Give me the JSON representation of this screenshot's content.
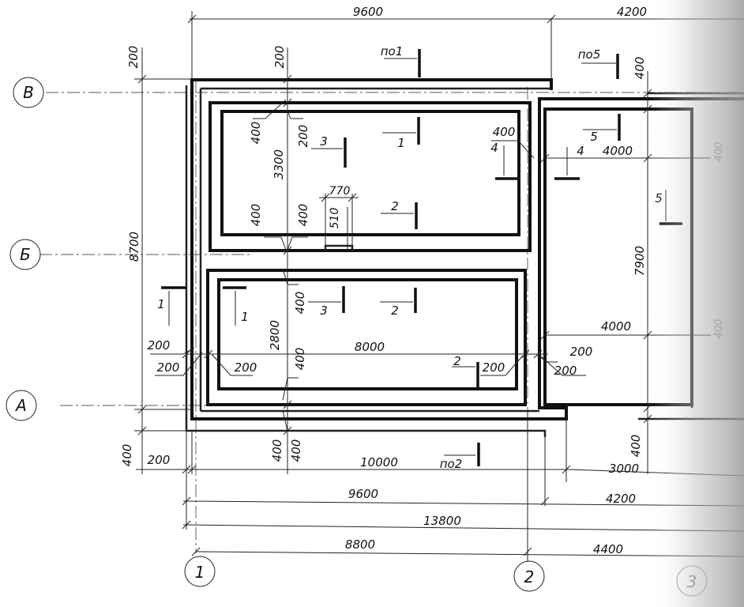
{
  "axes": {
    "rows": [
      "В",
      "Б",
      "А"
    ],
    "columns": [
      "1",
      "2",
      "3"
    ]
  },
  "dimensions": {
    "top_left_span": "9600",
    "top_right_span": "4200",
    "left_total": "8700",
    "left_top_offset": "200",
    "left_bottom_offset": "400",
    "inner_top_offset": "200",
    "upper_room_depth": "3300",
    "lower_room_depth": "2800",
    "lower_room_width": "8000",
    "wall_400_a": "400",
    "wall_400_b": "400",
    "wall_400_c": "400",
    "wall_400_d": "400",
    "wall_400_e": "400",
    "wall_400_f": "400",
    "wall_400_g": "400",
    "wall_400_h": "400",
    "wall_200_a": "200",
    "wall_200_b": "200",
    "wall_200_c": "200",
    "wall_200_d": "200",
    "wall_200_e": "200",
    "wall_200_f": "200",
    "wall_200_g": "200",
    "niche_width": "770",
    "niche_depth": "510",
    "right_upper_width": "4000",
    "right_lower_width": "4000",
    "right_depth": "7900",
    "right_wall": "400",
    "right_top": "400",
    "bottom_10000": "10000",
    "bottom_3000": "3000",
    "bottom_9600": "9600",
    "bottom_4200": "4200",
    "bottom_13800": "13800",
    "bottom_8800": "8800",
    "bottom_4400": "4400",
    "bottom_200": "200",
    "bottom_400": "400",
    "bottom_400b": "400",
    "edge_400_a": "400",
    "edge_400_b": "400"
  },
  "sections": {
    "po1": "по1",
    "po2": "по2",
    "po5": "по5",
    "s1_left": "1",
    "s1_inner": "1",
    "s1_upper": "1",
    "s2_upper": "2",
    "s2_lower": "2",
    "s2_bottom": "2",
    "s3_upper": "3",
    "s3_lower": "3",
    "s4_a": "4",
    "s4_b": "4",
    "s5_a": "5",
    "s5_b": "5"
  }
}
